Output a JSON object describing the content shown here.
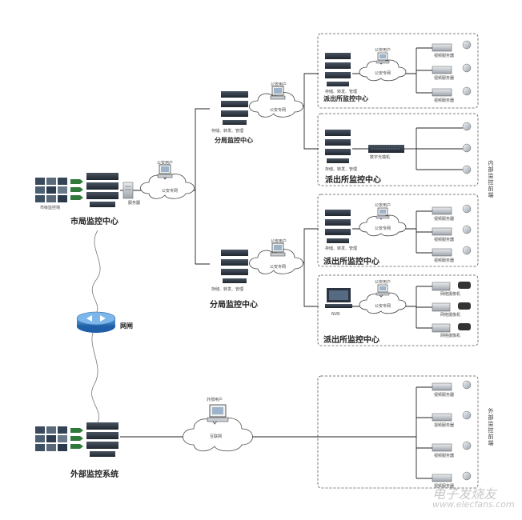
{
  "headquarters": {
    "title": "市局监控中心",
    "screens_label": "市级监控墙",
    "server_label": "服务器",
    "user_label": "公安用户",
    "net_label": "公安专网"
  },
  "branch_north": {
    "title": "分局监控中心",
    "caption": "存储、转发、管理",
    "user_label": "公安用户",
    "net_label": "公安专网"
  },
  "branch_south": {
    "title": "分局监控中心",
    "caption": "存储、转发、管理",
    "user_label": "公安用户",
    "net_label": "公安专网"
  },
  "stations": [
    {
      "title": "派出所监控中心",
      "caption": "存储、转发、管理",
      "user_label": "公安用户",
      "net_label": "公安专网",
      "device_labels": [
        "视频服务器",
        "视频服务器",
        "视频服务器"
      ]
    },
    {
      "title": "派出所监控中心",
      "caption": "存储、转发、管理",
      "switch_label": "数字光端机"
    },
    {
      "title": "派出所监控中心",
      "caption": "存储、转发、管理",
      "user_label": "公安用户",
      "net_label": "公安专网",
      "device_labels": [
        "视频服务器",
        "视频服务器",
        "视频服务器"
      ]
    },
    {
      "title": "派出所监控中心",
      "caption": "NVR",
      "user_label": "公安用户",
      "net_label": "公安专网",
      "device_labels": [
        "网络摄像机",
        "网络摄像机",
        "网络摄像机"
      ]
    }
  ],
  "gateway": {
    "label": "网闸"
  },
  "external": {
    "title": "外部监控系统",
    "user_label": "外部用户",
    "net_label": "互联网",
    "device_labels": [
      "视频服务器",
      "视频服务器",
      "视频服务器",
      "视频服务器"
    ]
  },
  "side_labels": {
    "internal": "内部监控前端",
    "external": "外部监控前端"
  },
  "watermark": {
    "text": "电子发烧友",
    "url": "www.elecfans.com"
  }
}
